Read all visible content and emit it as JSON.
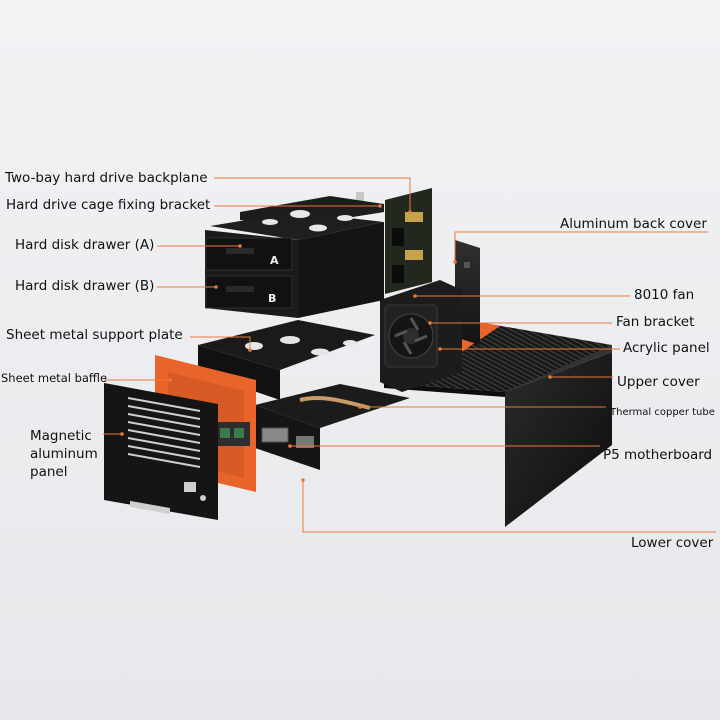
{
  "colors": {
    "leader": "#e8793a",
    "accent": "#e8642a",
    "metal_dark": "#161616",
    "metal_mid": "#2a2a2a",
    "pcb": "#22271f",
    "connector": "#c8a24a"
  },
  "labels": {
    "backplane": "Two-bay hard drive backplane",
    "cage_bracket": "Hard drive cage fixing bracket",
    "drawer_a": "Hard disk drawer (A)",
    "drawer_b": "Hard disk drawer (B)",
    "support_plate": "Sheet metal support plate",
    "baffle": "Sheet metal baffle",
    "magnetic_panel": "Magnetic\naluminum\npanel",
    "back_cover": "Aluminum back cover",
    "fan": "8010 fan",
    "fan_bracket": "Fan bracket",
    "acrylic_panel": "Acrylic panel",
    "upper_cover": "Upper cover",
    "copper_tube": "Thermal copper tube",
    "motherboard": "P5 motherboard",
    "lower_cover": "Lower cover"
  },
  "drawer_letters": {
    "a": "A",
    "b": "B"
  }
}
